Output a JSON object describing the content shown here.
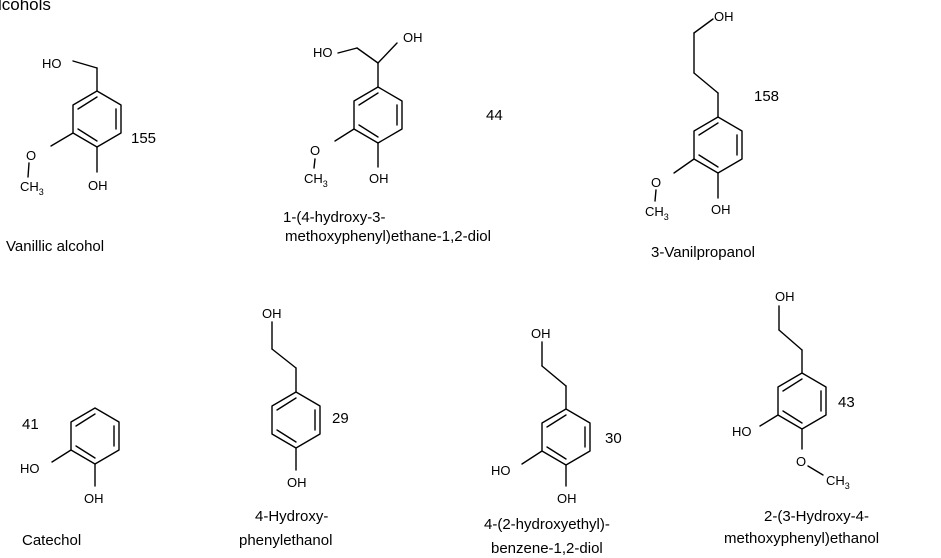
{
  "section_heading": "lcohols",
  "compounds": [
    {
      "name": "Vanillic alcohol",
      "id": "155"
    },
    {
      "name_line1": "1-(4-hydroxy-3-",
      "name_line2": "methoxyphenyl)ethane-1,2-diol",
      "id": "44"
    },
    {
      "name": "3-Vanilpropanol",
      "id": "158"
    },
    {
      "name": "Catechol",
      "id": "41"
    },
    {
      "name_line1": "4-Hydroxy-",
      "name_line2": "phenylethanol",
      "id": "29"
    },
    {
      "name_line1": "4-(2-hydroxyethyl)-",
      "name_line2": "benzene-1,2-diol",
      "id": "30"
    },
    {
      "name_line1": "2-(3-Hydroxy-4-",
      "name_line2": "methoxyphenyl)ethanol",
      "id": "43"
    }
  ],
  "atom_labels": {
    "hydroxyl": "OH",
    "hydroxyl_left": "HO",
    "oxygen": "O",
    "methyl": "CH",
    "methyl_sub": "3"
  }
}
